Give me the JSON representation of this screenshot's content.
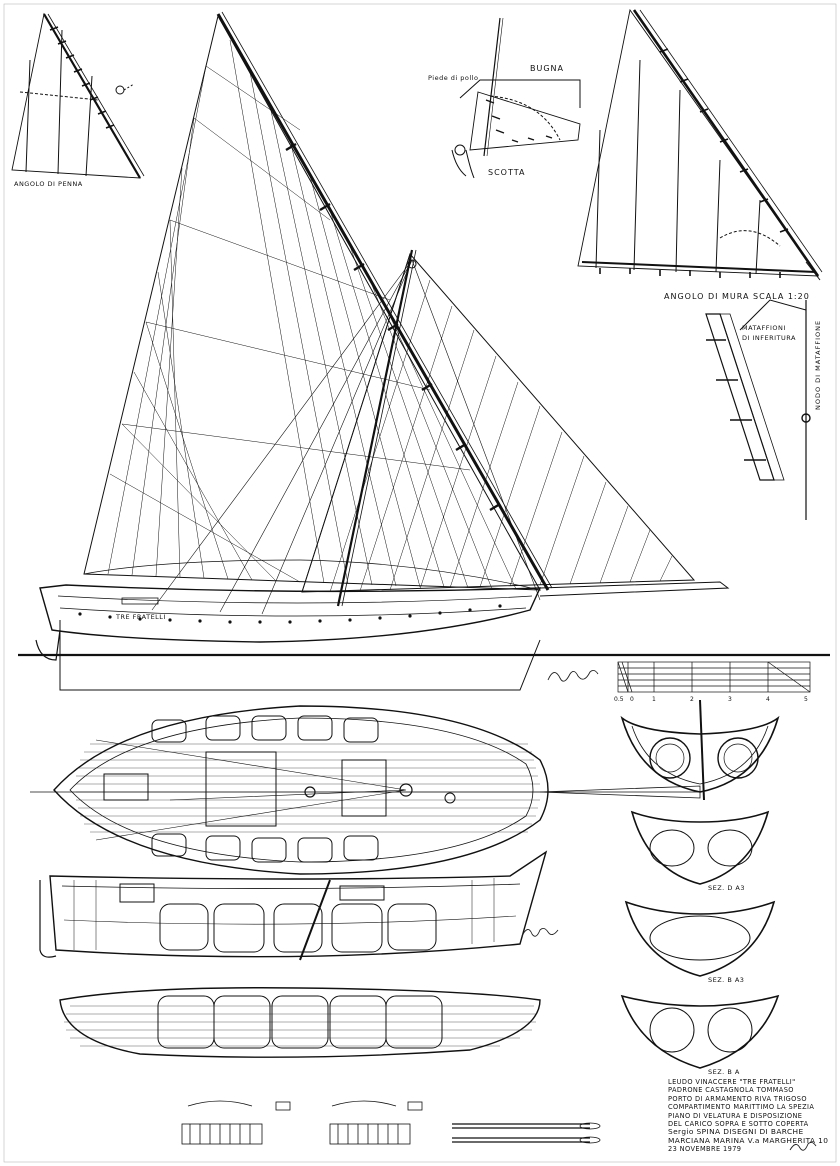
{
  "labels": {
    "angolo_penna": "ANGOLO DI PENNA",
    "bugna": "BUGNA",
    "piede_pollo": "Piede di pollo",
    "scotta": "SCOTTA",
    "angolo_mura": "ANGOLO DI MURA SCALA 1:20",
    "mataffioni": "MATAFFIONI",
    "di_inferitura": "DI INFERITURA",
    "nodo_mataffione": "NODO DI MATAFFIONE",
    "hull_name": "TRE FRATELLI",
    "sez_d": "SEZ. D A3",
    "sez_b": "SEZ. B A3",
    "sez_a": "SEZ. B A"
  },
  "scale_bar": {
    "ticks": [
      "0.5",
      "0",
      "1",
      "2",
      "3",
      "4",
      "5"
    ]
  },
  "title_block": {
    "lines": [
      "LEUDO VINACCERE \"TRE FRATELLI\"",
      "PADRONE CASTAGNOLA TOMMASO",
      "PORTO DI ARMAMENTO RIVA TRIGOSO",
      "COMPARTIMENTO MARITTIMO LA SPEZIA",
      "PIANO DI VELATURA E DISPOSIZIONE",
      "DEL CARICO SOPRA E SOTTO COPERTA",
      "Sergio SPINA DISEGNI DI BARCHE",
      "MARCIANA MARINA V.a MARGHERITA 10",
      "23 NOVEMBRE 1979"
    ]
  }
}
